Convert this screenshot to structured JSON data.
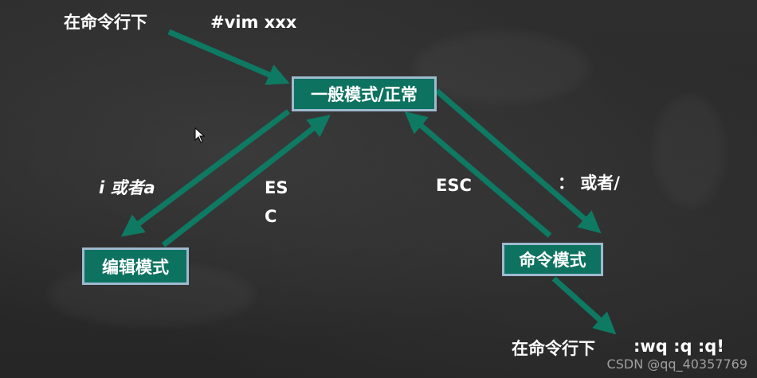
{
  "labels": {
    "top_cmdline": "在命令行下",
    "top_command": "#vim  xxx",
    "i_or_a": "i 或者a",
    "esc_left_line1": "ES",
    "esc_left_line2": "C",
    "esc_right": "ESC",
    "colon_or_slash": "： 或者/",
    "bottom_cmdline": "在命令行下",
    "bottom_commands": ":wq  :q   :q!"
  },
  "modes": {
    "normal": "一般模式/正常",
    "edit": "编辑模式",
    "command": "命令模式"
  },
  "watermark": "CSDN @qq_40357769",
  "colors": {
    "arrow": "#0e7a63",
    "box_fill": "#0d7260",
    "box_border": "#9fb9cf",
    "background": "#2a2a2a"
  }
}
